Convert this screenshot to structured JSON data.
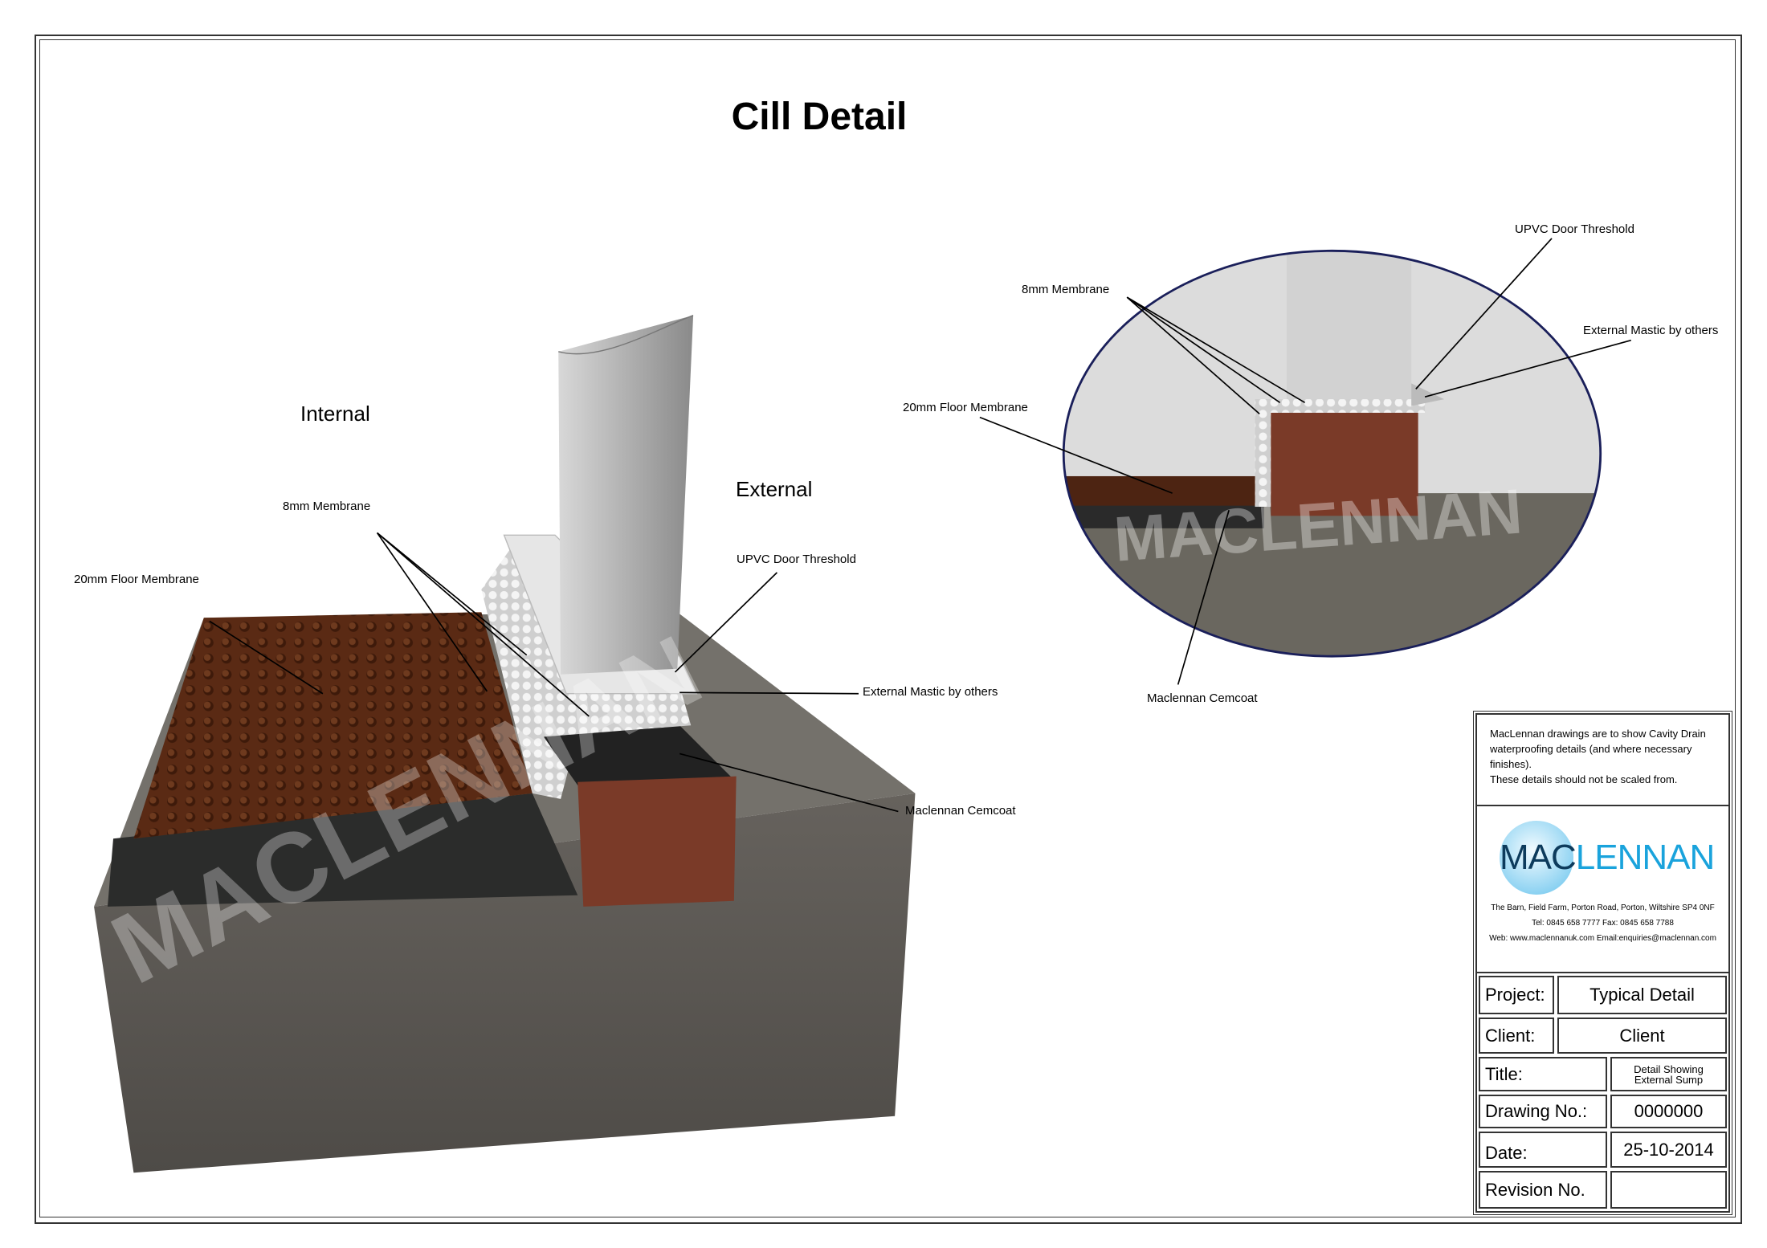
{
  "title": "Cill Detail",
  "main_view": {
    "zone_internal": "Internal",
    "zone_external": "External",
    "labels": {
      "membrane_8mm": "8mm Membrane",
      "floor_membrane_20mm": "20mm Floor Membrane",
      "upvc_threshold": "UPVC Door Threshold",
      "external_mastic": "External Mastic by others",
      "cemcoat": "Maclennan Cemcoat"
    },
    "watermark": "MACLENNAN"
  },
  "detail_view": {
    "labels": {
      "upvc_threshold": "UPVC Door Threshold",
      "membrane_8mm": "8mm Membrane",
      "external_mastic": "External Mastic by others",
      "floor_membrane_20mm": "20mm Floor Membrane",
      "cemcoat": "Maclennan Cemcoat"
    },
    "watermark": "MACLENNAN"
  },
  "title_block": {
    "note_lines": [
      "MacLennan drawings are to show Cavity Drain",
      "waterproofing details (and where necessary",
      "finishes).",
      "These details should not be scaled from."
    ],
    "logo": {
      "part1": "MAC",
      "part2": "LENNAN"
    },
    "address": "The Barn, Field Farm, Porton Road, Porton, Wiltshire SP4 0NF",
    "phone": "Tel: 0845 658 7777   Fax: 0845 658 7788",
    "web": "Web: www.maclennanuk.com  Email:enquiries@maclennan.com",
    "project_label": "Project:",
    "project_value": "Typical Detail",
    "client_label": "Client:",
    "client_value": "Client",
    "title_label": "Title:",
    "title_value_line1": "Detail Showing",
    "title_value_line2": "External Sump",
    "drawing_no_label": "Drawing No.:",
    "drawing_no_value": "0000000",
    "date_label": "Date:",
    "date_value": "25-10-2014",
    "revision_label": "Revision No.",
    "revision_value": ""
  },
  "colors": {
    "logo_dark": "#0d3b5c",
    "logo_light": "#1aa3dc",
    "membrane": "#5a2a14",
    "concrete": "#6b6862"
  }
}
